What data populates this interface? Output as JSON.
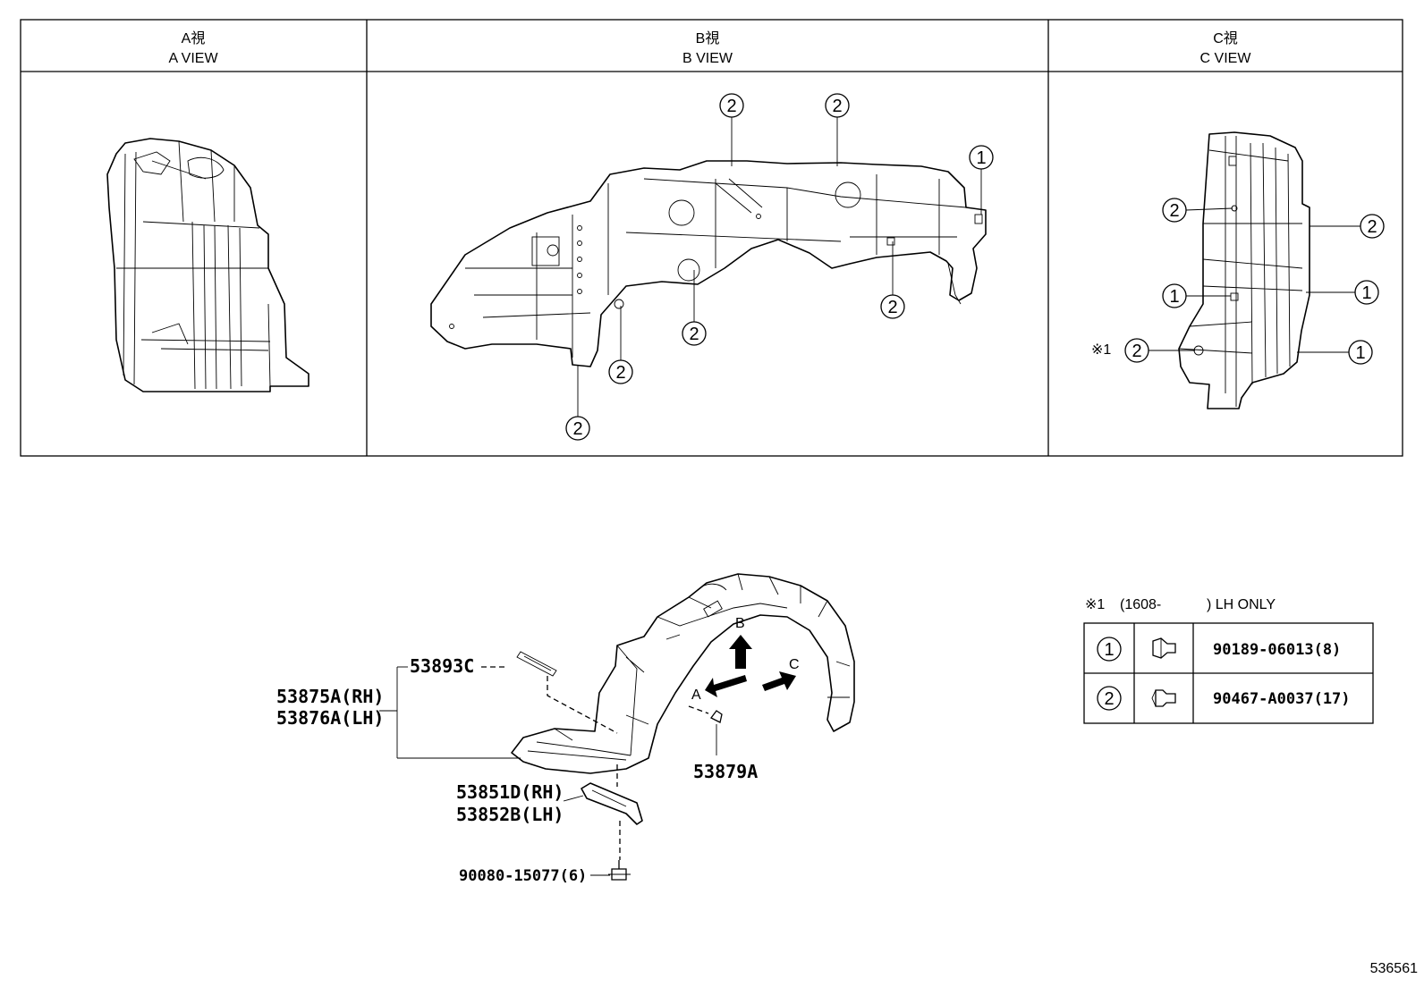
{
  "views": [
    {
      "jp": "A視",
      "en": "A VIEW"
    },
    {
      "jp": "B視",
      "en": "B VIEW"
    },
    {
      "jp": "C視",
      "en": "C VIEW"
    }
  ],
  "callout_numbers": {
    "one": "1",
    "two": "2"
  },
  "note_mark": "※1",
  "note": {
    "mark": "※1",
    "range": "(1608-",
    "suffix": ") LH ONLY"
  },
  "legend": [
    {
      "num": "1",
      "icon": "clip-icon",
      "code": "90189-06013(8)"
    },
    {
      "num": "2",
      "icon": "clip-icon",
      "code": "90467-A0037(17)"
    }
  ],
  "parts": {
    "p53893c": "53893C",
    "p53875a": "53875A(RH)",
    "p53876a": "53876A(LH)",
    "p53879a": "53879A",
    "p53851d": "53851D(RH)",
    "p53852b": "53852B(LH)",
    "p90080": "90080-15077(6)"
  },
  "arrows": {
    "a": "A",
    "b": "B",
    "c": "C"
  },
  "figure_id": "536561"
}
